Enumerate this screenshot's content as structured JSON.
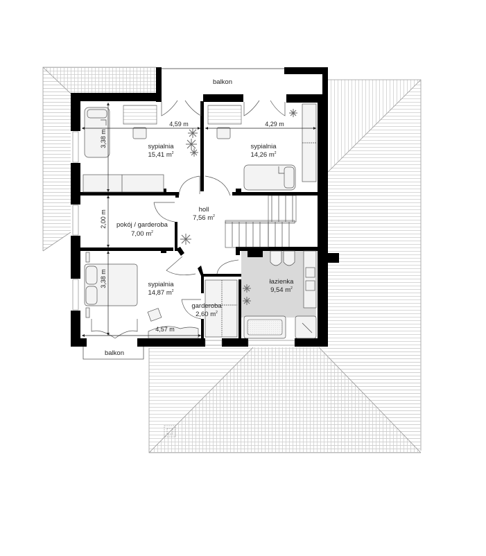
{
  "title": "Floor plan - upper floor (poddasze)",
  "rooms": [
    {
      "id": "bedroom-1",
      "name": "sypialnia",
      "area": "15,41 m",
      "unit_sup": "2"
    },
    {
      "id": "bedroom-2",
      "name": "sypialnia",
      "area": "14,26 m",
      "unit_sup": "2"
    },
    {
      "id": "closet-room",
      "name": "pokój / garderoba",
      "area": "7,00 m",
      "unit_sup": "2"
    },
    {
      "id": "hall",
      "name": "holl",
      "area": "7,56 m",
      "unit_sup": "2"
    },
    {
      "id": "bedroom-3",
      "name": "sypialnia",
      "area": "14,87 m",
      "unit_sup": "2"
    },
    {
      "id": "wardrobe",
      "name": "garderoba",
      "area": "2,60 m",
      "unit_sup": "2"
    },
    {
      "id": "bathroom",
      "name": "łazienka",
      "area": "9,54 m",
      "unit_sup": "2"
    }
  ],
  "balconies": [
    {
      "id": "balcony-top",
      "name": "balkon"
    },
    {
      "id": "balcony-bottom",
      "name": "balkon"
    }
  ],
  "dimensions": {
    "bedroom1_width": "4,59 m",
    "bedroom2_width": "4,29 m",
    "bedroom1_depth": "3,38 m",
    "closet_depth": "2,00 m",
    "bedroom3_depth": "3,38 m",
    "bedroom3_width": "4,57 m"
  },
  "colors": {
    "wall": "#000000",
    "bathroom_floor": "#d9d9d9",
    "roof_hatch": "#cfcfcf",
    "furniture_fill": "#f3f3f3"
  }
}
